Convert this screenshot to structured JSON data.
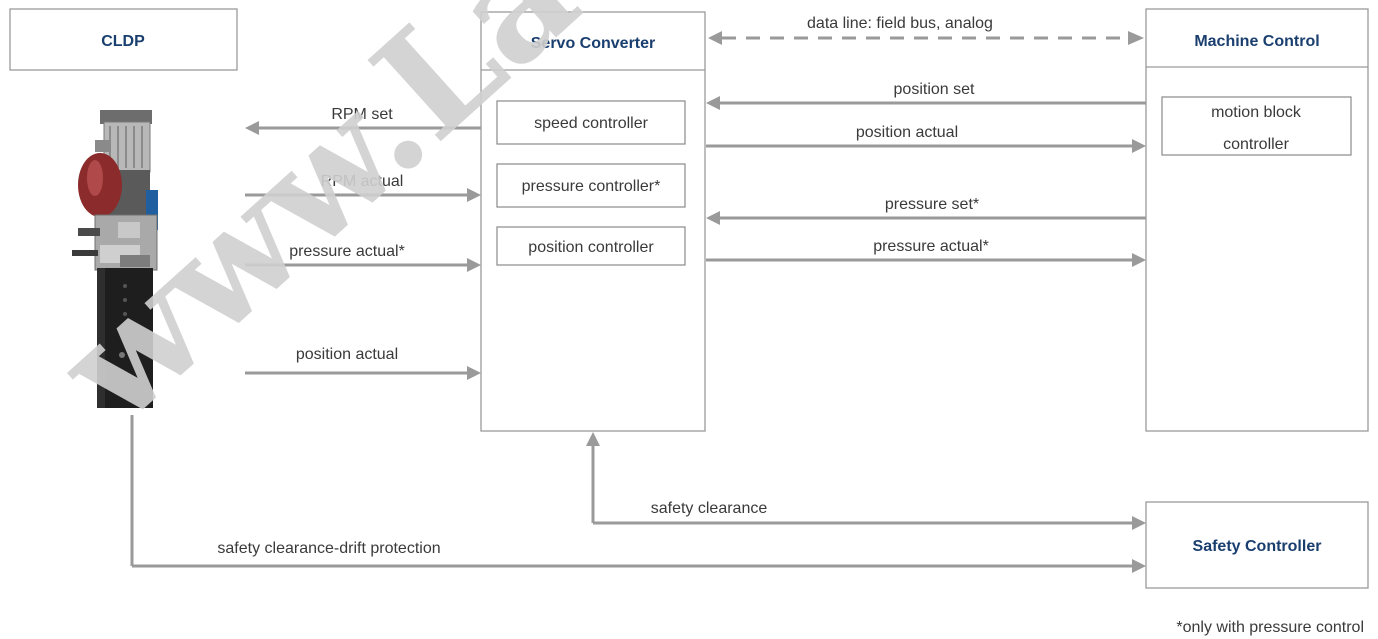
{
  "boxes": {
    "cldp": "CLDP",
    "servo": "Servo Converter",
    "machine": "Machine Control",
    "safety": "Safety Controller"
  },
  "servo_blocks": {
    "speed": "speed controller",
    "pressure": "pressure controller*",
    "position": "position controller"
  },
  "machine_block": {
    "line1": "motion block",
    "line2": "controller"
  },
  "signals": {
    "data_line": "data line: field bus, analog",
    "rpm_set": "RPM set",
    "rpm_actual": "RPM actual",
    "pressure_actual_left": "pressure actual*",
    "position_actual_left": "position actual",
    "position_set": "position set",
    "position_actual_right": "position actual",
    "pressure_set": "pressure set*",
    "pressure_actual_right": "pressure actual*",
    "safety_clearance": "safety clearance",
    "drift_protection": "safety clearance-drift protection"
  },
  "footnote": "*only with pressure control",
  "watermark": "www.La"
}
